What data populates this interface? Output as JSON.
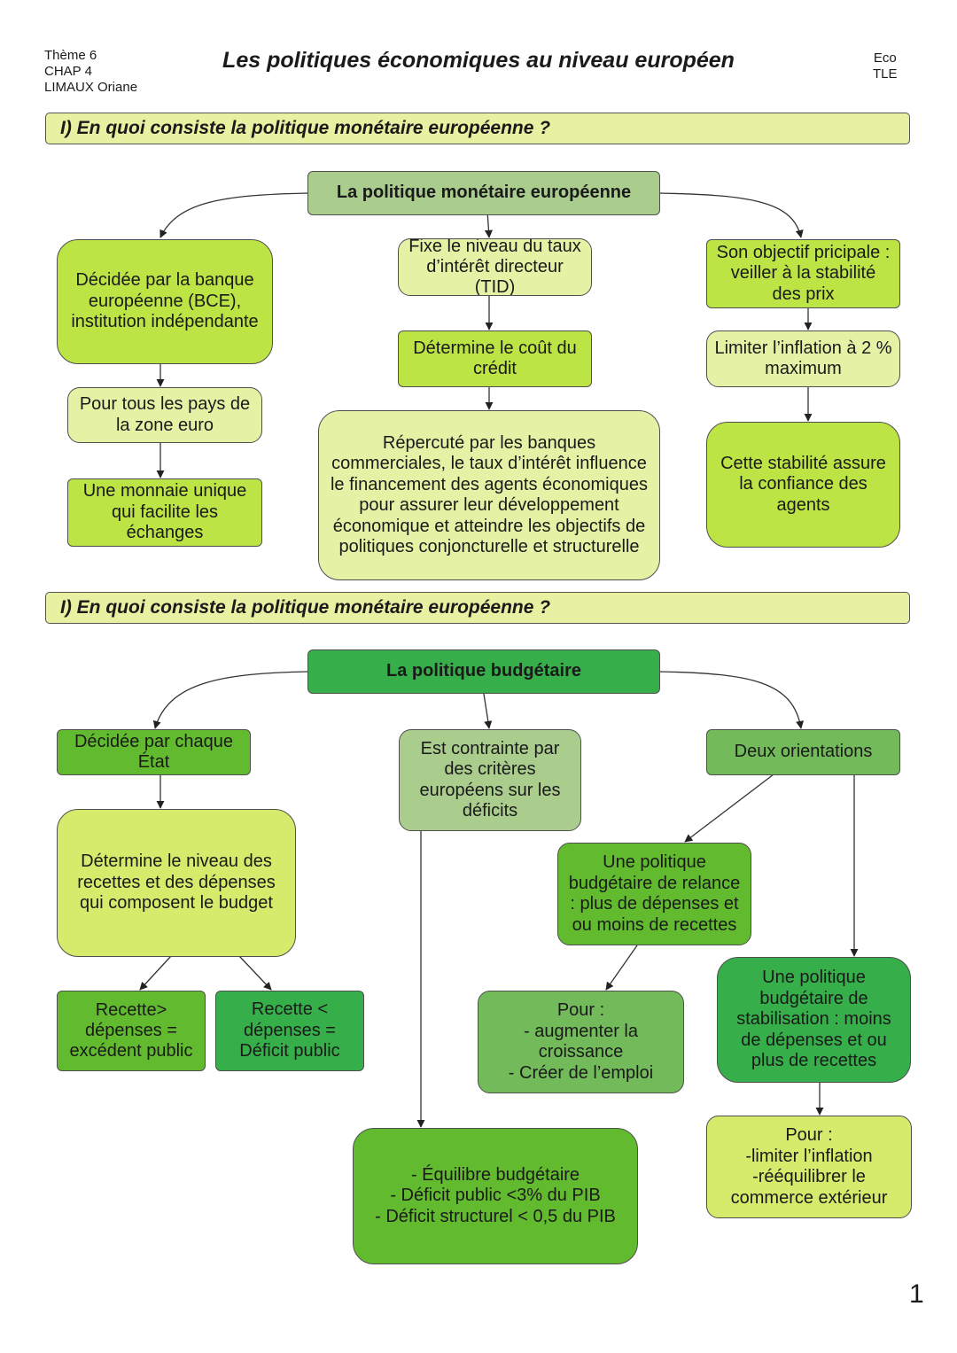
{
  "header": {
    "theme": "Thème 6",
    "chapter": "CHAP 4",
    "author": "LIMAUX Oriane",
    "title": "Les politiques économiques au niveau européen",
    "subject": "Eco",
    "level": "TLE"
  },
  "section1": {
    "heading": "I) En quoi consiste la politique monétaire européenne ?",
    "root": "La politique monétaire européenne",
    "left": [
      "Décidée par la banque européenne (BCE), institution indépendante",
      "Pour tous les pays de la zone euro",
      "Une monnaie unique qui facilite les échanges"
    ],
    "center": [
      "Fixe le niveau du taux d’intérêt directeur (TID)",
      "Détermine le coût du crédit",
      "Répercuté par les banques commerciales, le taux d’intérêt influence le financement des agents économiques pour assurer leur développement économique et atteindre les objectifs de politiques conjoncturelle et structurelle"
    ],
    "right": [
      "Son objectif pricipale : veiller à la stabilité des prix",
      "Limiter l’inflation à 2 % maximum",
      "Cette stabilité assure la confiance des agents"
    ]
  },
  "section2": {
    "heading": "I) En quoi consiste la politique monétaire européenne ?",
    "root": "La politique budgétaire",
    "left": {
      "decided": "Décidée par chaque État",
      "determines": "Détermine le niveau des recettes et des dépenses qui composent le budget",
      "surplus": "Recette> dépenses = excédent public",
      "deficit": "Recette < dépenses = Déficit public"
    },
    "center": {
      "constraint": "Est contrainte par des critères européens sur les déficits",
      "criteria": "- Équilibre budgétaire\n- Déficit public <3% du PIB\n- Déficit structurel < 0,5 du PIB"
    },
    "right": {
      "orientations": "Deux orientations",
      "relance": "Une politique budgétaire de relance : plus de dépenses et ou moins de recettes",
      "relance_goal": "Pour :\n- augmenter la croissance\n- Créer de l’emploi",
      "stabilisation": "Une politique budgétaire de stabilisation : moins de dépenses et ou plus de recettes",
      "stabilisation_goal": "Pour :\n-limiter l’inflation\n-rééquilibrer le commerce extérieur"
    }
  },
  "page_number": "1"
}
